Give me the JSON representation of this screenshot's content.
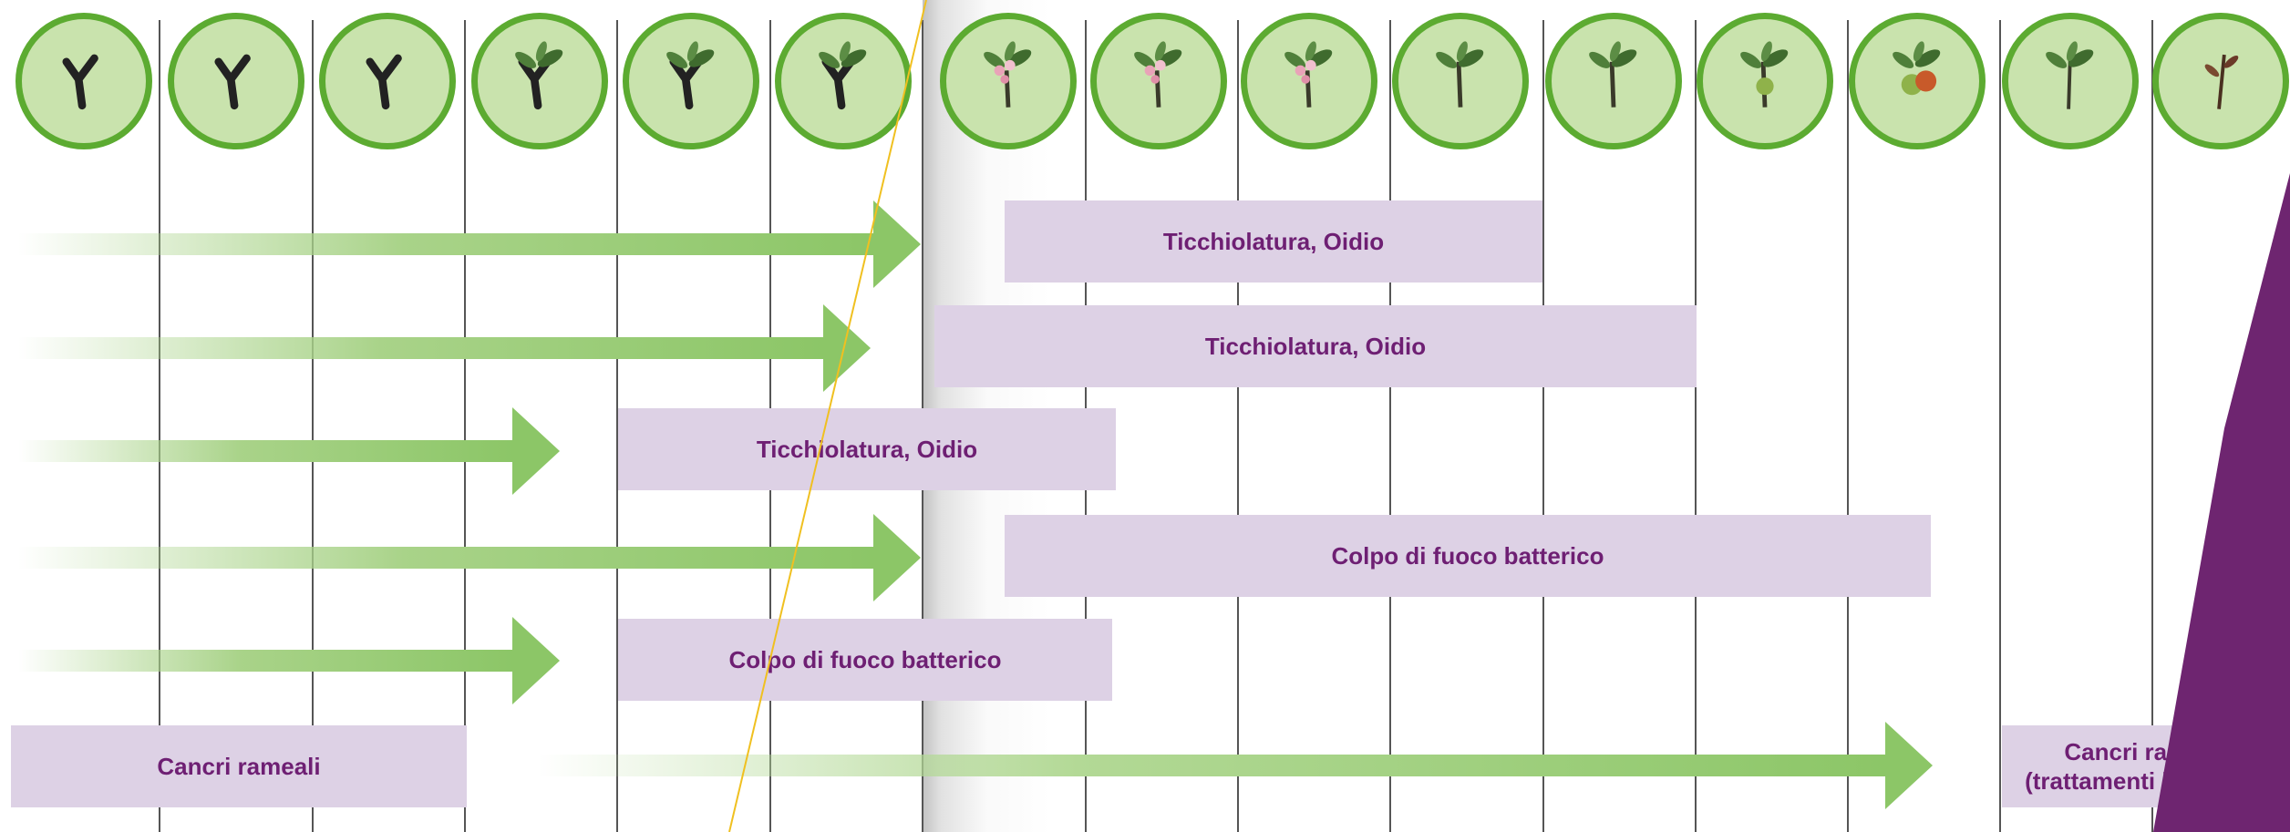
{
  "colors": {
    "stage_fill": "#c9e3ad",
    "stage_ring": "#5cab31",
    "arrow_green": "#8cc667",
    "band_fill": "#ddd1e5",
    "band_text": "#6e1f73",
    "wedge": "#6e2570",
    "guide_line": "#f0c020",
    "grid_line": "#555555"
  },
  "stages": [
    {
      "icon": "dormant-bud-icon"
    },
    {
      "icon": "swelling-bud-icon"
    },
    {
      "icon": "bud-break-icon"
    },
    {
      "icon": "green-tip-icon"
    },
    {
      "icon": "leaf-emergence-icon"
    },
    {
      "icon": "rosette-icon"
    },
    {
      "icon": "pink-bud-icon"
    },
    {
      "icon": "full-bloom-icon"
    },
    {
      "icon": "petal-fall-icon"
    },
    {
      "icon": "fruit-set-icon"
    },
    {
      "icon": "young-fruit-icon"
    },
    {
      "icon": "fruit-growth-icon"
    },
    {
      "icon": "ripe-fruit-icon"
    },
    {
      "icon": "post-harvest-shoot-icon"
    },
    {
      "icon": "leaf-fall-icon"
    }
  ],
  "treatments": [
    {
      "label": "Ticchiolatura, Oidio"
    },
    {
      "label": "Ticchiolatura, Oidio"
    },
    {
      "label": "Ticchiolatura, Oidio"
    },
    {
      "label": "Colpo di fuoco batterico"
    },
    {
      "label": "Colpo di fuoco batterico"
    },
    {
      "label": "Cancri rameali"
    },
    {
      "label": "Cancri rameali\n(trattamenti invernali)"
    }
  ]
}
